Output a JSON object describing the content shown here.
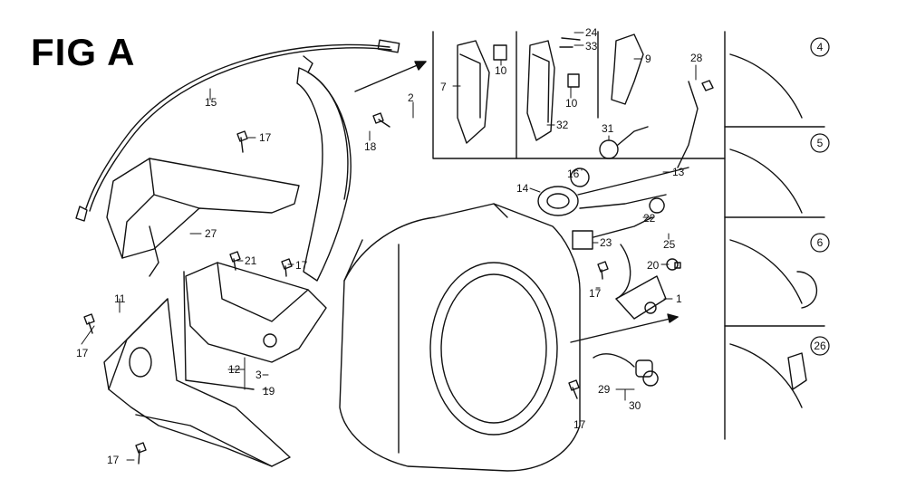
{
  "figure": {
    "title": "FIG A",
    "line_color": "#111111",
    "background": "#ffffff"
  },
  "callouts": {
    "c1": "1",
    "c2": "2",
    "c3": "3",
    "c7": "7",
    "c9": "9",
    "c10a": "10",
    "c10b": "10",
    "c11": "11",
    "c12": "12",
    "c13": "13",
    "c14": "14",
    "c15": "15",
    "c16": "16",
    "c17a": "17",
    "c17b": "17",
    "c17c": "17",
    "c17d": "17",
    "c17e": "17",
    "c17f": "17",
    "c18": "18",
    "c19": "19",
    "c20": "20",
    "c21": "21",
    "c22": "22",
    "c23": "23",
    "c24": "24",
    "c25": "25",
    "c27": "27",
    "c28": "28",
    "c29": "29",
    "c30": "30",
    "c31": "31",
    "c32": "32",
    "c33": "33"
  },
  "detail_views": {
    "v4": "4",
    "v5": "5",
    "v6": "6",
    "v26": "26"
  }
}
